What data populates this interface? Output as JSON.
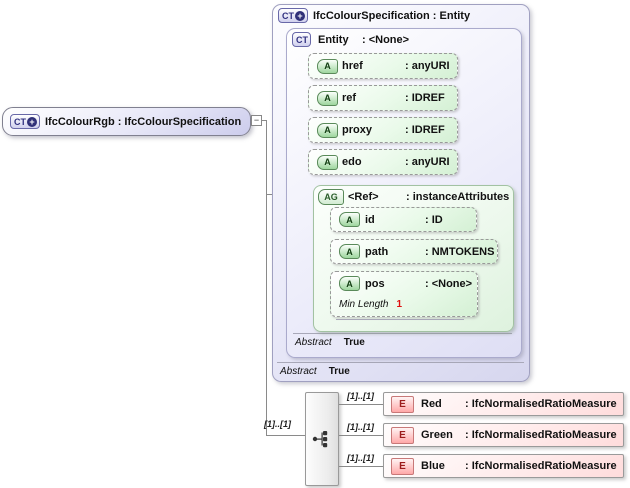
{
  "diagram": {
    "icons": {
      "expand_plus": "+",
      "collapse_minus": "−"
    },
    "root": {
      "badge": "CT",
      "label": "IfcColourRgb : IfcColourSpecification"
    },
    "outer": {
      "badge": "CT",
      "title": "IfcColourSpecification : Entity",
      "abstract_label": "Abstract",
      "abstract_value": "True"
    },
    "inner": {
      "badge": "CT",
      "name": "Entity",
      "type": ": <None>",
      "abstract_label": "Abstract",
      "abstract_value": "True"
    },
    "attributes": [
      {
        "badge": "A",
        "name": "href",
        "type": ": anyURI"
      },
      {
        "badge": "A",
        "name": "ref",
        "type": ": IDREF"
      },
      {
        "badge": "A",
        "name": "proxy",
        "type": ": IDREF"
      },
      {
        "badge": "A",
        "name": "edo",
        "type": ": anyURI"
      }
    ],
    "attribute_group": {
      "badge": "AG",
      "name": "<Ref>",
      "type": ": instanceAttributes",
      "attributes": [
        {
          "badge": "A",
          "name": "id",
          "type": ": ID"
        },
        {
          "badge": "A",
          "name": "path",
          "type": ": NMTOKENS"
        },
        {
          "badge": "A",
          "name": "pos",
          "type": ": <None>",
          "facet_label": "Min Length",
          "facet_value": "1"
        }
      ]
    },
    "sequence": {
      "cardinality": "[1]..[1]",
      "elements": [
        {
          "badge": "E",
          "name": "Red",
          "type": ": IfcNormalisedRatioMeasure",
          "cardinality": "[1]..[1]"
        },
        {
          "badge": "E",
          "name": "Green",
          "type": ": IfcNormalisedRatioMeasure",
          "cardinality": "[1]..[1]"
        },
        {
          "badge": "E",
          "name": "Blue",
          "type": ": IfcNormalisedRatioMeasure",
          "cardinality": "[1]..[1]"
        }
      ]
    },
    "colors": {
      "complex_type_fill": "#dcdcf0",
      "attribute_fill": "#d8f2d8",
      "attribute_group_fill": "#e8f6e8",
      "element_fill": "#ffdede",
      "facet_value_red": "#e01010",
      "connector_gray": "#8a8a8a"
    }
  }
}
